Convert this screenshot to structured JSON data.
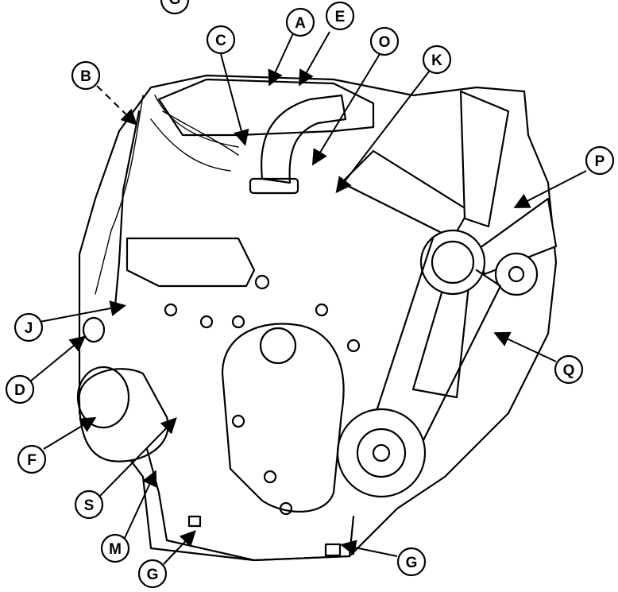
{
  "callouts": {
    "G_top": "G",
    "A": "A",
    "E": "E",
    "C": "C",
    "O": "O",
    "K": "K",
    "B": "B",
    "P": "P",
    "J": "J",
    "D": "D",
    "Q": "Q",
    "F": "F",
    "S": "S",
    "M": "M",
    "G_bottom_left": "G",
    "G_bottom_right": "G"
  },
  "colors": {
    "ink": "#000000",
    "paper": "#ffffff"
  }
}
